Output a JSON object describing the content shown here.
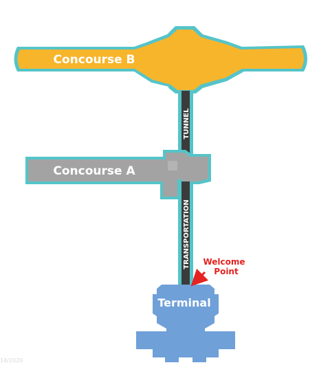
{
  "map": {
    "concourse_b_label": "Concourse B",
    "concourse_a_label": "Concourse A",
    "terminal_label": "Terminal",
    "tunnel_label": "TUNNEL",
    "transportation_label": "TRANSPORTATION",
    "welcome_point_line1": "Welcome",
    "welcome_point_line2": "Point",
    "date_stamp": "14/2020"
  },
  "colors": {
    "concourse_b_fill": "#f7b52c",
    "concourse_a_fill": "#a3a3a3",
    "terminal_fill": "#6fa0d8",
    "outline": "#55c4c8",
    "connector": "#3b3b3b",
    "welcome_point": "#e52320"
  }
}
